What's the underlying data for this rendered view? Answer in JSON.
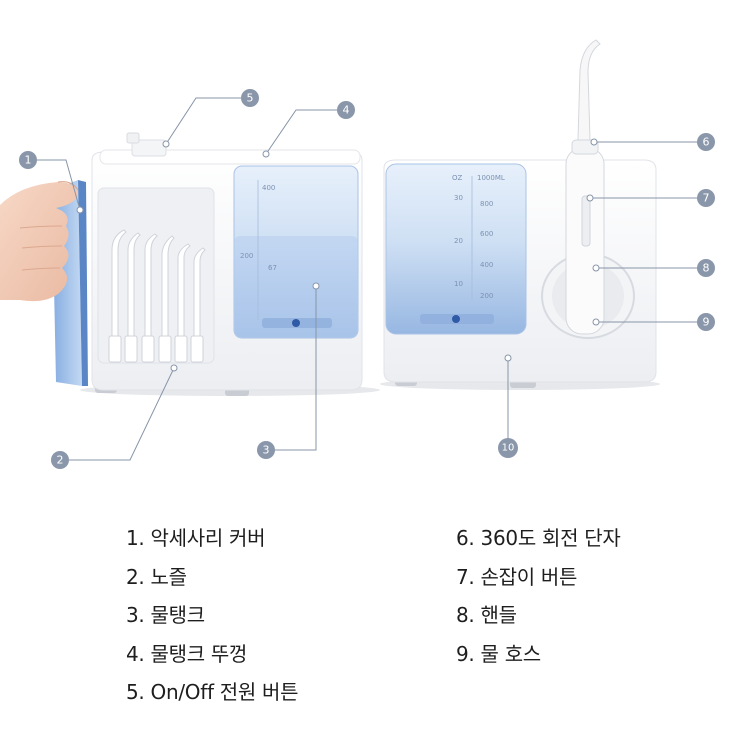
{
  "callouts": [
    {
      "num": "1"
    },
    {
      "num": "2"
    },
    {
      "num": "3"
    },
    {
      "num": "4"
    },
    {
      "num": "5"
    },
    {
      "num": "6"
    },
    {
      "num": "7"
    },
    {
      "num": "8"
    },
    {
      "num": "9"
    },
    {
      "num": "10"
    }
  ],
  "left_tank_marks": [
    "400",
    "200",
    "67"
  ],
  "right_tank": {
    "marks_left": [
      "OZ",
      "30",
      "20",
      "10"
    ],
    "marks_right": [
      "1000ML",
      "800",
      "600",
      "400",
      "200"
    ]
  },
  "legend_left": [
    "1. 악세사리 커버",
    "2. 노즐",
    "3. 물탱크",
    "4. 물탱크 뚜껑",
    "5. On/Off 전원 버튼"
  ],
  "legend_right": [
    "6. 360도 회전 단자",
    "7. 손잡이 버튼",
    "8. 핸들",
    "9. 물 호스"
  ]
}
